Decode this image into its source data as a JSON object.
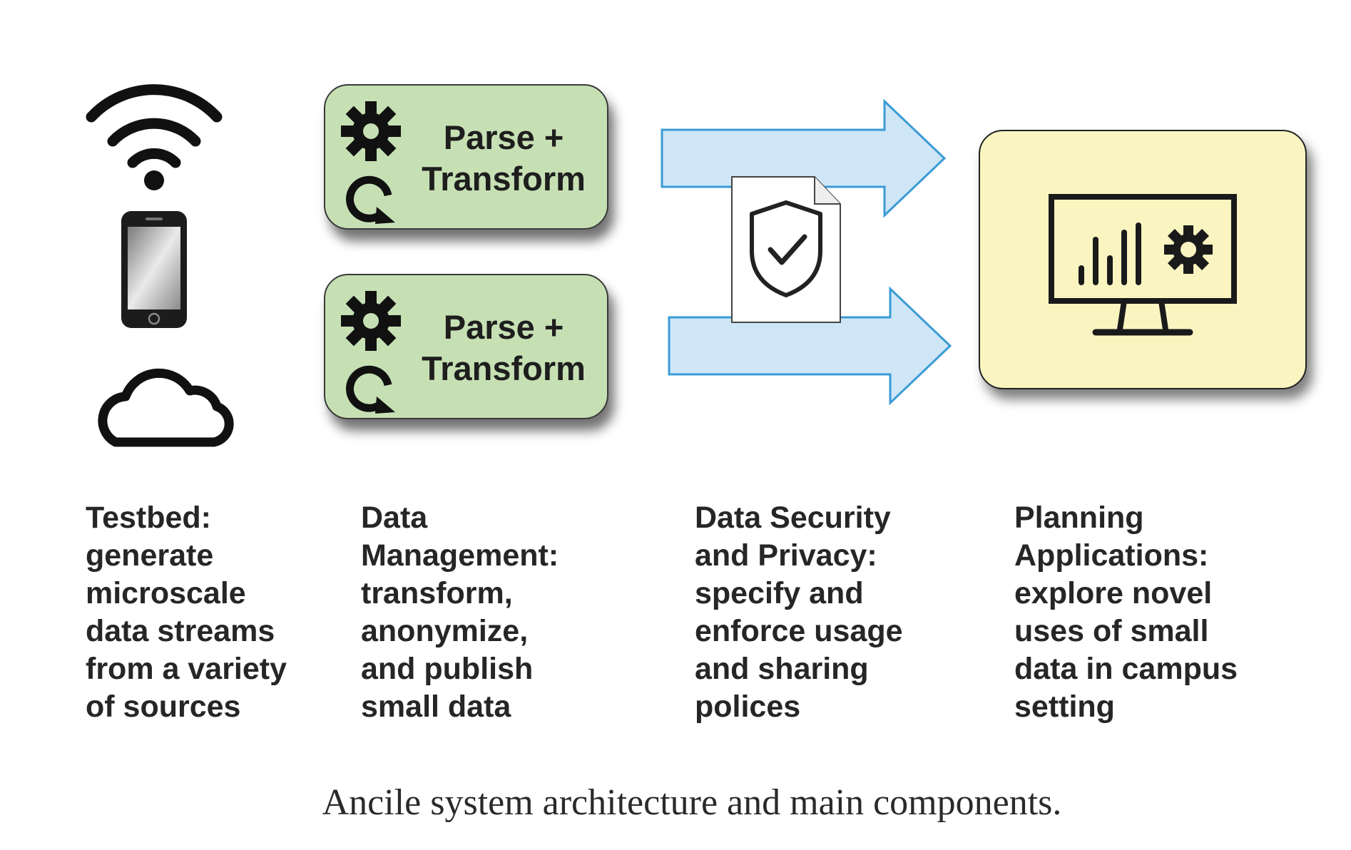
{
  "process_boxes": [
    {
      "line1": "Parse +",
      "line2": "Transform"
    },
    {
      "line1": "Parse +",
      "line2": "Transform"
    }
  ],
  "descriptions": {
    "testbed": [
      "Testbed:",
      "generate",
      "microscale",
      "data streams",
      "from a variety",
      "of sources"
    ],
    "data_management": [
      "Data",
      "Management:",
      "transform,",
      "anonymize,",
      "and publish",
      "small data"
    ],
    "security": [
      "Data Security",
      "and Privacy:",
      "specify and",
      "enforce usage",
      "and sharing",
      "polices"
    ],
    "planning": [
      "Planning",
      "Applications:",
      "explore novel",
      "uses of small",
      "data in campus",
      "setting"
    ]
  },
  "caption": "Ancile system architecture and main components.",
  "icons": [
    "wifi-icon",
    "smartphone-icon",
    "cloud-icon",
    "gear-icon",
    "refresh-icon",
    "shield-check-document-icon",
    "monitor-analytics-icon"
  ],
  "colors": {
    "process_box": "#c6e0b4",
    "arrow_fill": "#cfe6f7",
    "arrow_stroke": "#3a9bd5",
    "app_box": "#faf5c0"
  }
}
